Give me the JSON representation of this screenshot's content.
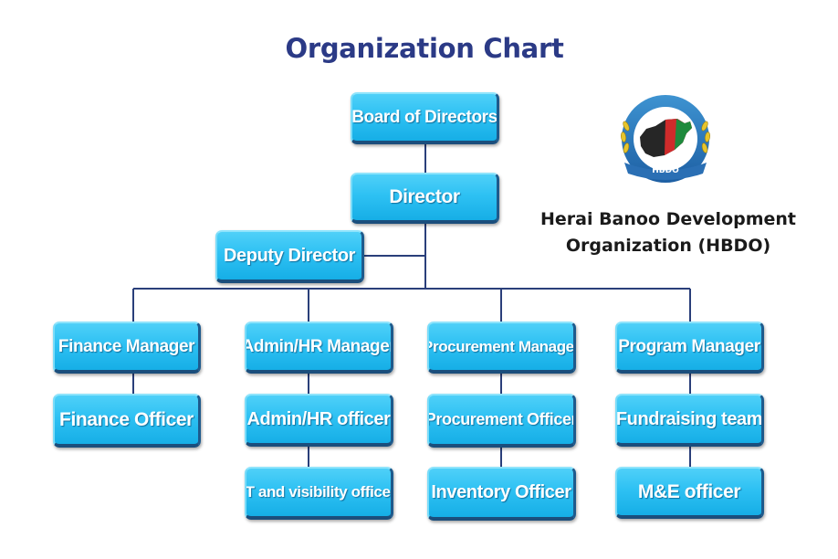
{
  "title": "Organization Chart",
  "organization": {
    "name_line1": "Herai Banoo Development",
    "name_line2": "Organization (HBDO)",
    "logo_text": "HBDO"
  },
  "nodes": {
    "board": "Board of Directors",
    "director": "Director",
    "deputy": "Deputy Director",
    "finance_manager": "Finance Manager",
    "finance_officer": "Finance Officer",
    "admin_manager": "Admin/HR Manager",
    "admin_officer": "Admin/HR officer",
    "it_officer": "IT and visibility officer",
    "procurement_manager": "Procurement Manager",
    "procurement_officer": "Procurement Officer",
    "inventory_officer": "Inventory Officer",
    "program_manager": "Program Manager",
    "fundraising_team": "Fundraising team",
    "me_officer": "M&E officer"
  },
  "colors": {
    "title": "#2b3a86",
    "box": "#2ec1f3",
    "connector": "#2a3f7a"
  }
}
